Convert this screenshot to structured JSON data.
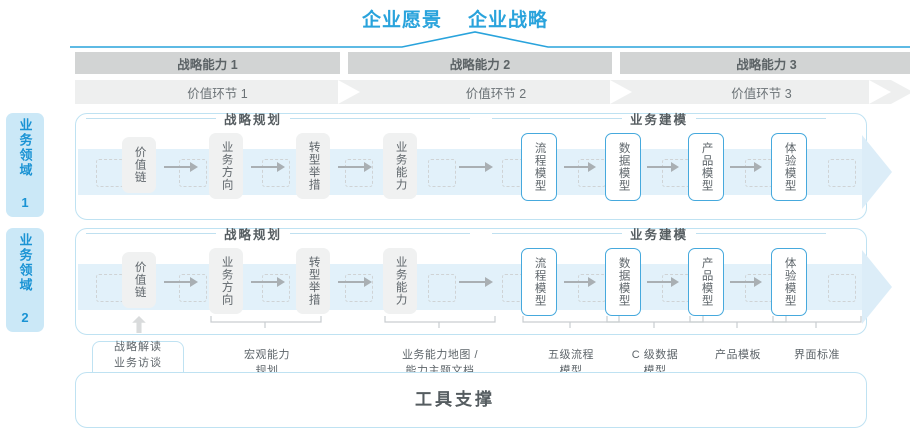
{
  "header": {
    "vision_label": "企业愿景",
    "strategy_label": "企业战略"
  },
  "capability_bands": [
    {
      "label": "战略能力 1"
    },
    {
      "label": "战略能力 2"
    },
    {
      "label": "战略能力 3"
    }
  ],
  "value_bands": [
    {
      "label": "价值环节 1"
    },
    {
      "label": "价值环节 2"
    },
    {
      "label": "价值环节 3"
    }
  ],
  "domains": [
    {
      "label": "业务领域 1"
    },
    {
      "label": "业务领域 2"
    }
  ],
  "sections": [
    {
      "title": "战略规划"
    },
    {
      "title": "业务建模"
    }
  ],
  "nodes": [
    {
      "label": "价值链",
      "style": "grey"
    },
    {
      "label": "业务方向",
      "style": "grey"
    },
    {
      "label": "转型举措",
      "style": "grey"
    },
    {
      "label": "业务能力",
      "style": "grey"
    },
    {
      "label": "流程模型",
      "style": "blue"
    },
    {
      "label": "数据模型",
      "style": "blue"
    },
    {
      "label": "产品模型",
      "style": "blue"
    },
    {
      "label": "体验模型",
      "style": "blue"
    }
  ],
  "tool_support": {
    "title": "工具支撑",
    "tag": "战略解读\n业务访谈\n领先实践",
    "captions": [
      "宏观能力\n规划",
      "业务能力地图 /\n能力主题文档",
      "五级流程\n模型",
      "C 级数据\n模型",
      "产品模板",
      "界面标准"
    ]
  },
  "colors": {
    "accent_blue": "#29a3dc",
    "band_grey": "#d2d4d4",
    "chevron_grey": "#eeefef",
    "node_blue_border": "#46a9dd",
    "side_label_bg": "#cbe8f7",
    "text_grey": "#5e656a"
  }
}
